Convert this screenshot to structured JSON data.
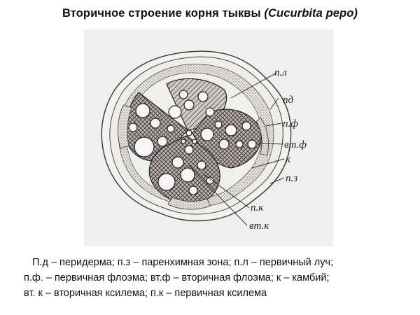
{
  "title": {
    "main": "Вторичное строение корня тыквы",
    "latin": "(Cucurbita pepo)"
  },
  "callouts": {
    "pl": "п.л",
    "pd": "пд",
    "pf": "п.ф",
    "vtf": "вт.ф",
    "k": "к",
    "pz": "п.з",
    "pk": "п.к",
    "vtk": "вт.к"
  },
  "legend": {
    "line1": "П.д – перидерма; п.з – паренхимная зона; п.л – первичный луч;",
    "line2": "п.ф. – первичная флоэма; вт.ф – вторичная флоэма; к – камбий;",
    "line3": "вт. к – вторичная ксилема; п.к – первичная ксилема"
  }
}
